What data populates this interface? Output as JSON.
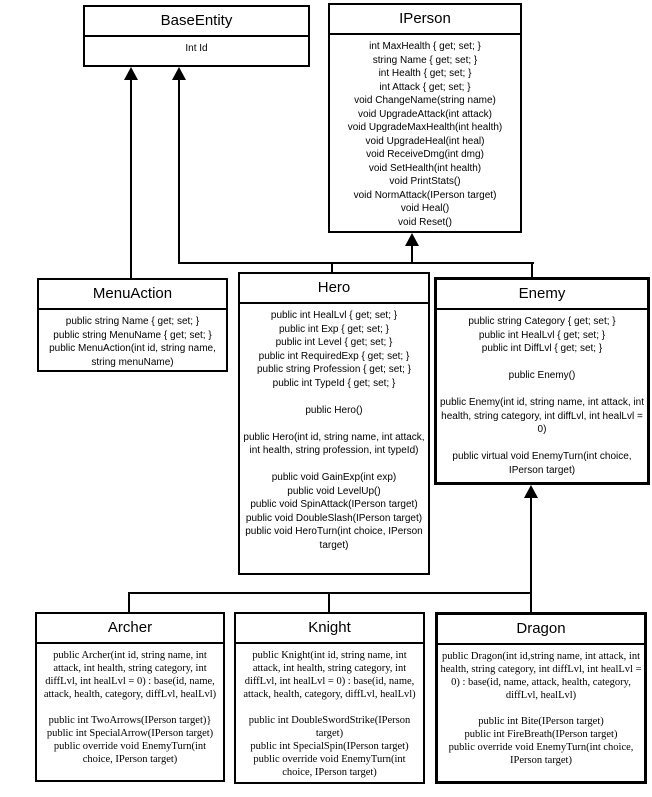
{
  "diagram": {
    "type": "uml-class-diagram",
    "background_color": "#ffffff",
    "line_color": "#000000",
    "arrow_style": "solid-filled-triangle",
    "boxes": {
      "base_entity": {
        "title": "BaseEntity",
        "lines": [
          "Int Id"
        ]
      },
      "iperson": {
        "title": "IPerson",
        "lines": [
          "int MaxHealth { get; set; }",
          "string Name { get; set; }",
          "int Health { get; set; }",
          "int Attack { get; set; }",
          "void ChangeName(string name)",
          "void UpgradeAttack(int attack)",
          "void UpgradeMaxHealth(int health)",
          "void UpgradeHeal(int heal)",
          "void ReceiveDmg(int dmg)",
          "void SetHealth(int health)",
          "void PrintStats()",
          "void NormAttack(IPerson target)",
          "void Heal()",
          "void Reset()"
        ]
      },
      "menu_action": {
        "title": "MenuAction",
        "lines": [
          "public string Name { get; set; }",
          "public string MenuName { get; set; }",
          "public MenuAction(int id, string name, string menuName)"
        ]
      },
      "hero": {
        "title": "Hero",
        "lines": [
          "public int HealLvl { get; set; }",
          "public int Exp { get; set; }",
          "public int Level { get; set; }",
          "public int RequiredExp { get; set; }",
          "public string Profession { get; set; }",
          "public int TypeId { get; set; }",
          "",
          "public Hero()",
          "",
          "public Hero(int id, string name, int attack, int health, string profession, int typeId)",
          "",
          "public void GainExp(int exp)",
          "public void LevelUp()",
          "public void SpinAttack(IPerson target)",
          "public void DoubleSlash(IPerson target)",
          "public void HeroTurn(int choice, IPerson target)"
        ]
      },
      "enemy": {
        "title": "Enemy",
        "lines": [
          "public string Category { get; set; }",
          "public int HealLvl { get; set; }",
          "public int DiffLvl { get; set; }",
          "",
          "public Enemy()",
          "",
          "public Enemy(int id, string name, int attack, int health, string category, int diffLvl, int healLvl = 0)",
          "",
          "public virtual void EnemyTurn(int choice, IPerson target)"
        ]
      },
      "archer": {
        "title": "Archer",
        "lines": [
          "public Archer(int id, string name, int attack, int health, string category, int diffLvl, int healLvl = 0) : base(id, name, attack, health, category, diffLvl, healLvl)",
          "",
          "public int TwoArrows(IPerson target)}",
          "public int SpecialArrow(IPerson target)",
          "public override void EnemyTurn(int choice, IPerson target)"
        ]
      },
      "knight": {
        "title": "Knight",
        "lines": [
          "public Knight(int id, string name, int attack, int health, string category, int diffLvl, int healLvl = 0) : base(id, name, attack, health, category, diffLvl, healLvl)",
          "",
          "public int DoubleSwordStrike(IPerson target)",
          "public int SpecialSpin(IPerson target)",
          "public override void EnemyTurn(int choice, IPerson target)"
        ]
      },
      "dragon": {
        "title": "Dragon",
        "lines": [
          "public Dragon(int id,string name, int attack, int health, string category, int diffLvl, int healLvl = 0) : base(id, name, attack, health, category, diffLvl, healLvl)",
          "",
          "public int Bite(IPerson target)",
          "public int FireBreath(IPerson target)",
          "public override void EnemyTurn(int choice, IPerson target)"
        ]
      }
    },
    "relationships": [
      {
        "from": "MenuAction",
        "to": "BaseEntity",
        "type": "inheritance"
      },
      {
        "from": "Hero",
        "to": "BaseEntity",
        "type": "inheritance"
      },
      {
        "from": "Enemy",
        "to": "BaseEntity",
        "type": "inheritance"
      },
      {
        "from": "Hero",
        "to": "IPerson",
        "type": "implementation"
      },
      {
        "from": "Enemy",
        "to": "IPerson",
        "type": "implementation"
      },
      {
        "from": "Archer",
        "to": "Enemy",
        "type": "inheritance"
      },
      {
        "from": "Knight",
        "to": "Enemy",
        "type": "inheritance"
      },
      {
        "from": "Dragon",
        "to": "Enemy",
        "type": "inheritance"
      }
    ]
  }
}
